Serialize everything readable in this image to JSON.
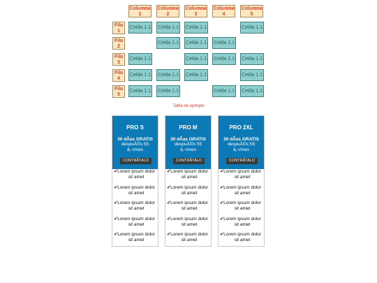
{
  "table": {
    "columns": [
      "Columna 1",
      "Columna 2",
      "Columna 3",
      "Columna 4",
      "Columna 5"
    ],
    "rows": [
      {
        "label": "Fila 1",
        "cells": [
          "Celda 1.1",
          "Celda 1.1",
          "Celda 1.1",
          "",
          "Celda 1.1"
        ]
      },
      {
        "label": "Fila 2",
        "cells": [
          "",
          "Celda 1.1",
          "Celda 1.1",
          "Celda 1.1",
          ""
        ]
      },
      {
        "label": "Fila 3",
        "cells": [
          "Celda 1.1",
          "",
          "Celda 1.1",
          "Celda 1.1",
          "Celda 1.1"
        ]
      },
      {
        "label": "Fila 4",
        "cells": [
          "Celda 1.1",
          "Celda 1.1",
          "Celda 1.1",
          "",
          "Celda 1.1"
        ]
      },
      {
        "label": "Fila 5",
        "cells": [
          "Celda 1.1",
          "Celda 1.1",
          "",
          "Celda 1.1",
          "Celda 1.1"
        ]
      }
    ],
    "caption": "Tabla de ejemplo"
  },
  "plans": [
    {
      "name": "PRO S",
      "offer": "30 dÃas GRATIS",
      "price_line1": "despuÃ©s 55",
      "price_line2": "â‚¬/mes",
      "button": "CONTRÃTALO",
      "features": [
        "Lorem ipsum dolor sit amet",
        "Lorem ipsum dolor sit amet",
        "Lorem ipsum dolor sit amet",
        "Lorem ipsum dolor sit amet",
        "Lorem ipsum dolor sit amet"
      ]
    },
    {
      "name": "PRO M",
      "offer": "30 dÃas GRATIS",
      "price_line1": "despuÃ©s 55",
      "price_line2": "â‚¬/mes",
      "button": "CONTRÃTALO",
      "features": [
        "Lorem ipsum dolor sit amet",
        "Lorem ipsum dolor sit amet",
        "Lorem ipsum dolor sit amet",
        "Lorem ipsum dolor sit amet",
        "Lorem ipsum dolor sit amet"
      ]
    },
    {
      "name": "PRO 2XL",
      "offer": "30 dÃas GRATIS",
      "price_line1": "despuÃ©s 55",
      "price_line2": "â‚¬/mes",
      "button": "CONTRÃTALO",
      "features": [
        "Lorem ipsum dolor sit amet",
        "Lorem ipsum dolor sit amet",
        "Lorem ipsum dolor sit amet",
        "Lorem ipsum dolor sit amet",
        "Lorem ipsum dolor sit amet"
      ]
    }
  ],
  "icons": {
    "feature_check": "check-icon"
  },
  "colors": {
    "header_bg": "#fce7c1",
    "header_text": "#d9432c",
    "cell_bg": "#8dcfcf",
    "plan_bg": "#0b7ab6",
    "button_bg": "#3a3a3a"
  }
}
